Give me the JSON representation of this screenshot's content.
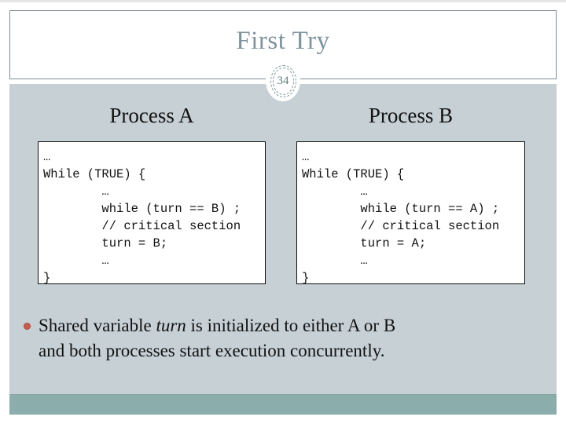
{
  "slide": {
    "title": "First Try",
    "page_number": "34"
  },
  "colors": {
    "content_background": "#c6d0d5",
    "bottom_band": "#8badac",
    "header_border": "#828d94",
    "title_color": "#7e939d",
    "badge_ring": "#7b9697",
    "badge_number": "#5f7d7d",
    "bullet_dot": "#c45f4e",
    "code_box_border": "#111111"
  },
  "process_a": {
    "heading": "Process A",
    "code": "…\nWhile (TRUE) {\n        …\n        while (turn == B) ;\n        // critical section\n        turn = B;\n        …\n}"
  },
  "process_b": {
    "heading": "Process B",
    "code": "…\nWhile (TRUE) {\n        …\n        while (turn == A) ;\n        // critical section\n        turn = A;\n        …\n}"
  },
  "bullet": {
    "segments": [
      {
        "text": "Shared variable ",
        "style": "normal"
      },
      {
        "text": "turn",
        "style": "italic"
      },
      {
        "text": " is initialized to either A or B\nand both processes start execution concurrently.",
        "style": "normal"
      }
    ]
  }
}
